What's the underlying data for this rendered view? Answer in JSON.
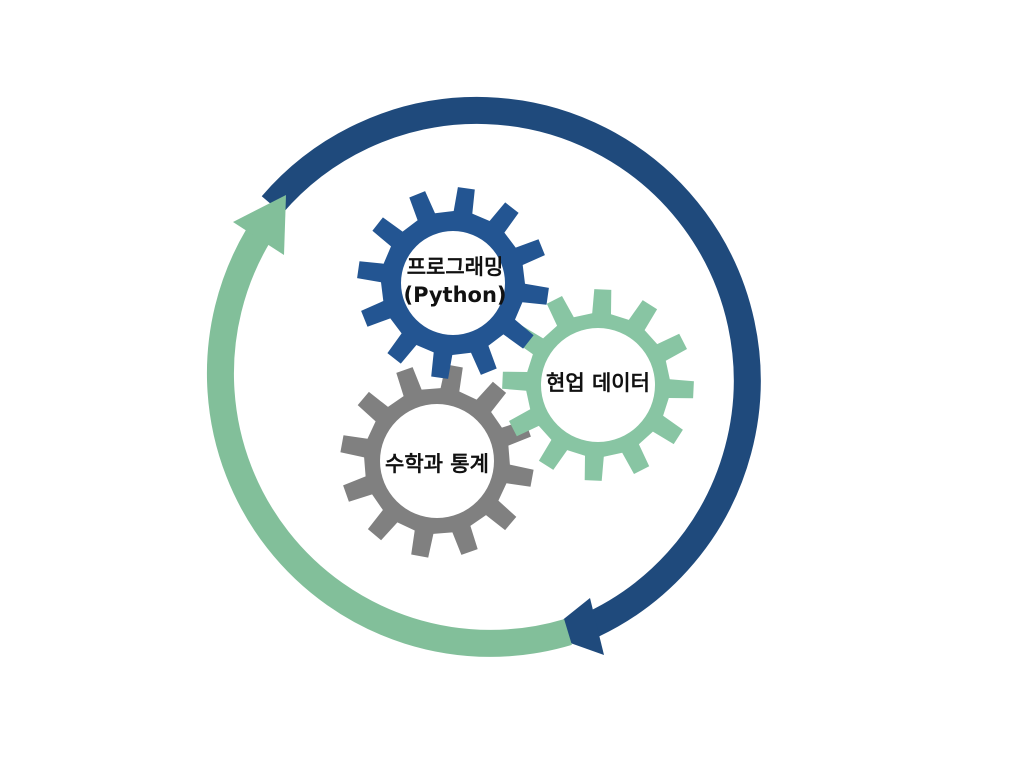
{
  "diagram": {
    "colors": {
      "dark_blue_arrow": "#1f4a7c",
      "green_arrow": "#82bf9a",
      "blue_gear": "#235592",
      "green_gear": "#88c5a3",
      "gray_gear": "#808080",
      "gear_hole": "#ffffff",
      "label_text": "#111111"
    },
    "gears": [
      {
        "id": "programming",
        "line1": "프로그래밍",
        "line2": "(Python)"
      },
      {
        "id": "domain-data",
        "line1": "현업 데이터"
      },
      {
        "id": "math-stats",
        "line1": "수학과 통계"
      }
    ]
  }
}
